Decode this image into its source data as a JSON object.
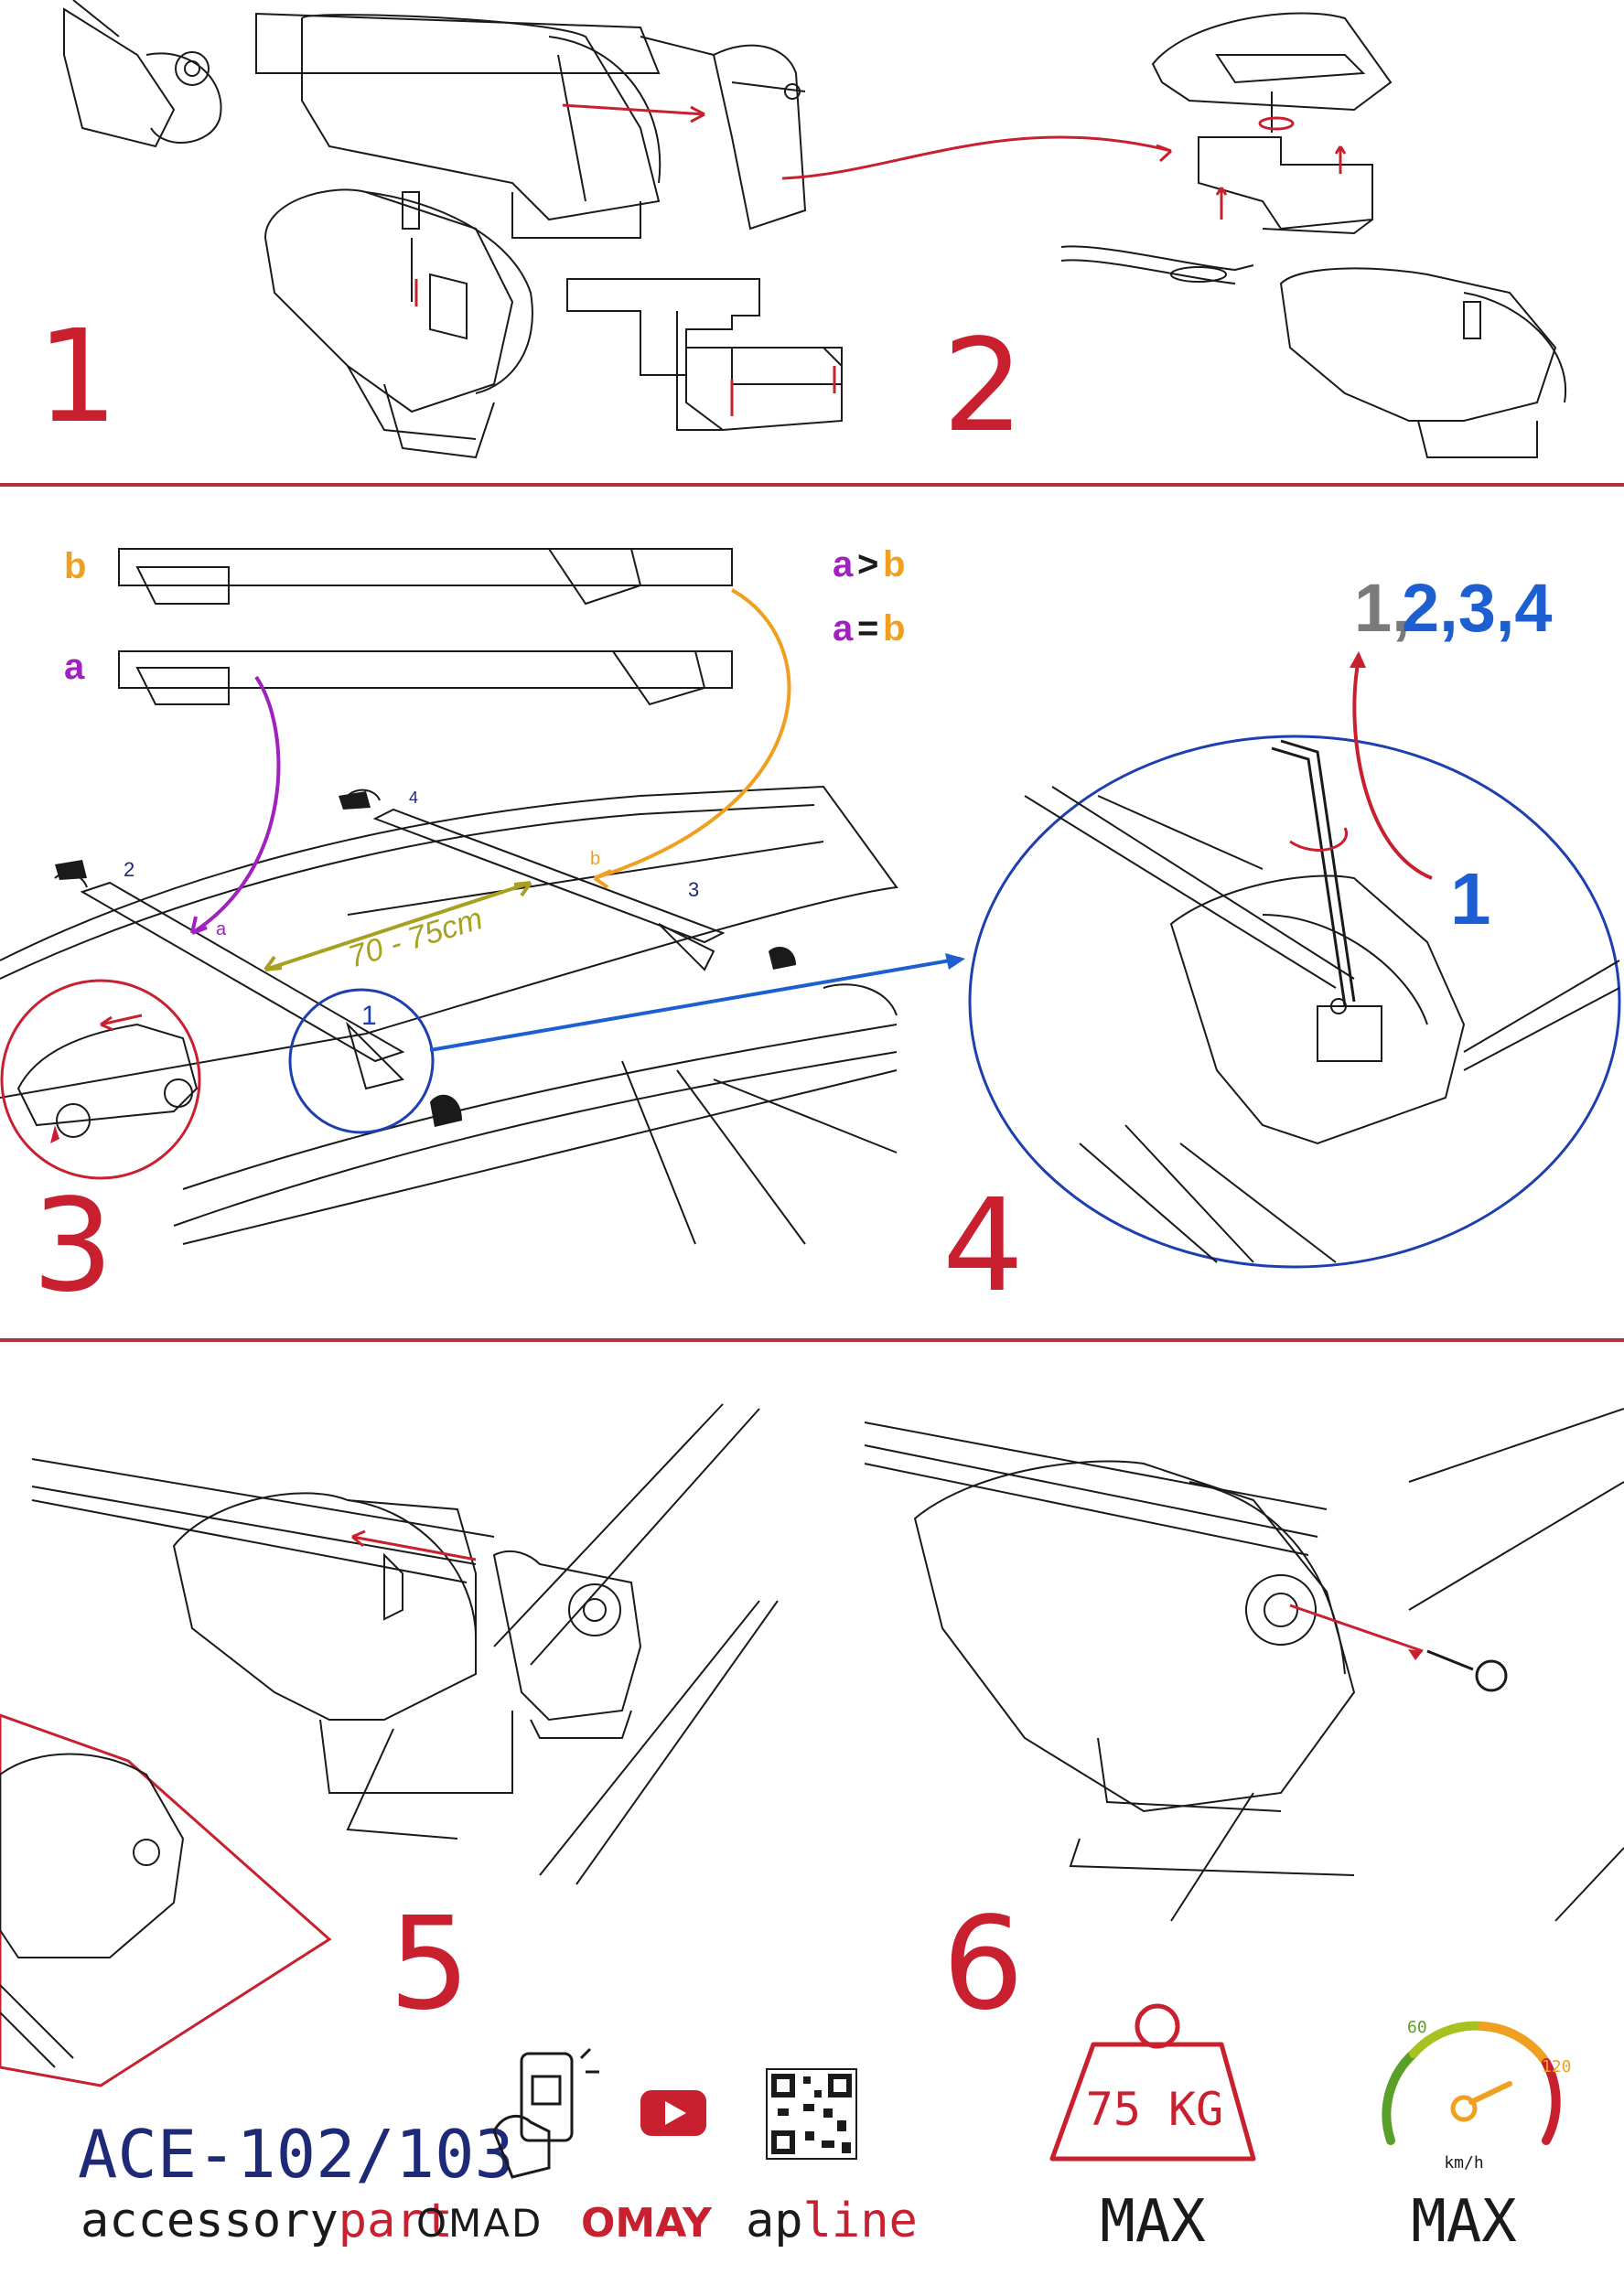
{
  "steps": {
    "s1": "1",
    "s2": "2",
    "s3": "3",
    "s4": "4",
    "s5": "5",
    "s6": "6"
  },
  "section3": {
    "label_b": "b",
    "label_a": "a",
    "cond_a_gt": "a",
    "cond_gt": ">",
    "cond_b1": "b",
    "cond_a_eq": "a",
    "cond_eq": "=",
    "cond_b2": "b",
    "distance": "70 - 75cm",
    "foot_1": "1",
    "foot_2": "2",
    "foot_3": "3",
    "foot_4": "4",
    "bar_a": "a",
    "bar_b": "b"
  },
  "section4": {
    "seq_gray": "1,",
    "seq_blue": "2,3,4",
    "callout": "1"
  },
  "footer": {
    "model": "ACE-102/103",
    "brand_accessory": "accessory",
    "brand_part": "part",
    "brand_omad": "OMAD",
    "brand_omay": "OMAY",
    "brand_ap": "ap",
    "brand_line": "line",
    "weight": "75 KG",
    "weight_max": "MAX",
    "speed_min": "60",
    "speed_max": "120",
    "speed_unit": "km/h",
    "speed_label": "MAX"
  },
  "colors": {
    "red": "#c8202f",
    "divider": "#b5303d",
    "navy": "#1e2a78",
    "blue": "#1d5fd0",
    "purple": "#a020c0",
    "orange": "#f0a020",
    "olive": "#a8a020",
    "gray": "#7a7a7a"
  },
  "icons": [
    "phone-scan-icon",
    "youtube-icon",
    "qr-code-icon",
    "weight-icon",
    "speedometer-icon",
    "key-icon",
    "wrench-icon"
  ]
}
